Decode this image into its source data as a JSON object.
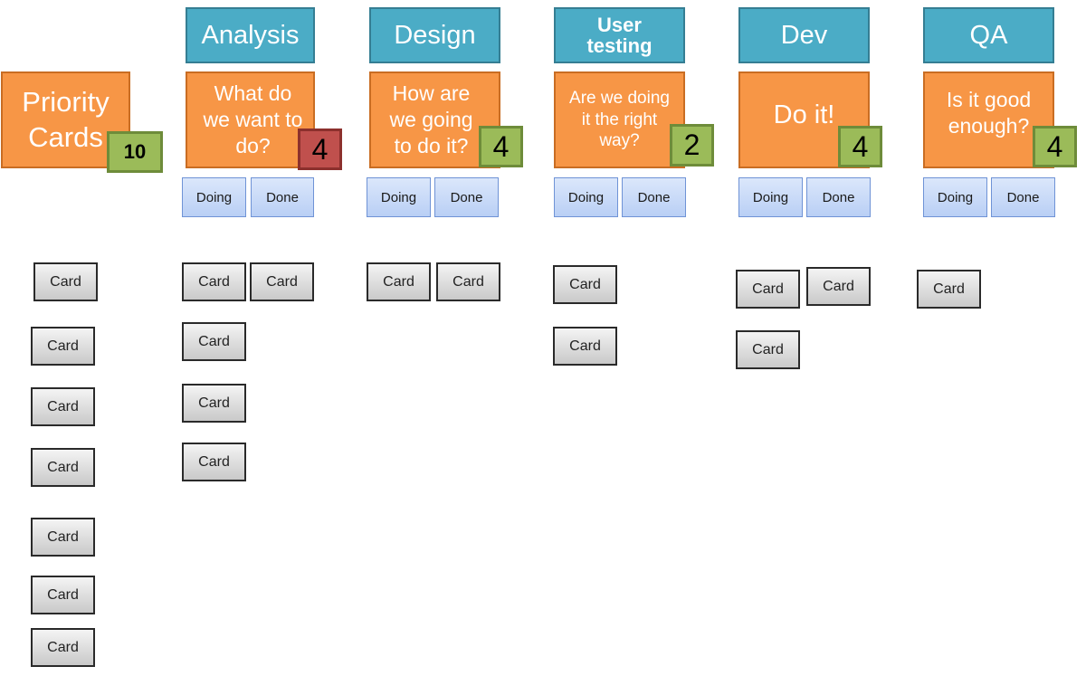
{
  "priority": {
    "label": "Priority Cards",
    "limit": "10"
  },
  "stages": [
    {
      "title": "Analysis",
      "question": "What do we want to do?",
      "limit": "4"
    },
    {
      "title": "Design",
      "question": "How are we going to do it?",
      "limit": "4"
    },
    {
      "title": "User testing",
      "question": "Are we doing it the right way?",
      "limit": "2"
    },
    {
      "title": "Dev",
      "question": "Do it!",
      "limit": "4"
    },
    {
      "title": "QA",
      "question": "Is it good enough?",
      "limit": "4"
    }
  ],
  "columns": {
    "doing": "Doing",
    "done": "Done"
  },
  "card_label": "Card",
  "colors": {
    "header": "#4bacc6",
    "question": "#f79646",
    "limit_ok": "#9bbb59",
    "limit_over": "#c0504d",
    "column_button": "#c6d9f7",
    "card": "#dcdcdc"
  }
}
